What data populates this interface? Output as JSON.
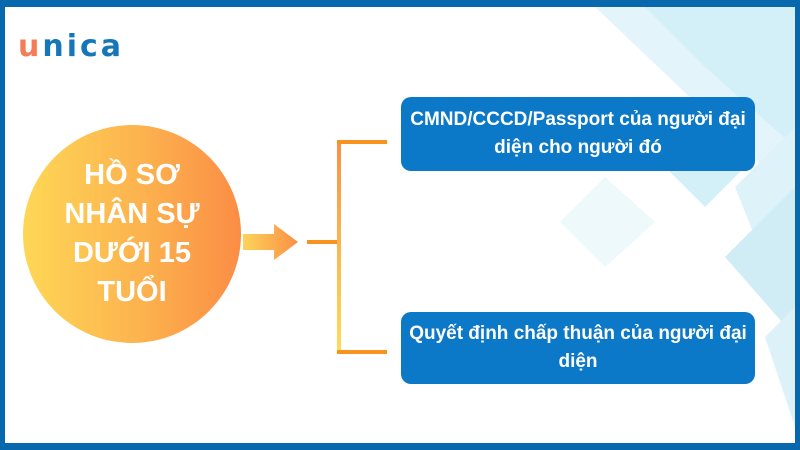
{
  "logo": {
    "first_letter": "u",
    "rest": "nica",
    "colors": {
      "first_letter": "#f47c57",
      "rest": "#1677b8"
    }
  },
  "main_topic": {
    "text": "HỒ SƠ\nNHÂN SỰ\nDƯỚI 15\nTUỔI",
    "lines": [
      "HỒ SƠ",
      "NHÂN SỰ",
      "DƯỚI 15",
      "TUỔI"
    ],
    "gradient": [
      "#fed756",
      "#fb8d45"
    ]
  },
  "connector": {
    "arrow_icon": "right-arrow-icon",
    "bracket_color": "#f7931e"
  },
  "branches": [
    {
      "text": "CMND/CCCD/Passport của người đại diện cho người đó"
    },
    {
      "text": "Quyết định chấp thuận của người đại diện"
    }
  ],
  "colors": {
    "frame": "#0868ae",
    "box": "#0b78c8",
    "decor": "#d6f1f8"
  }
}
